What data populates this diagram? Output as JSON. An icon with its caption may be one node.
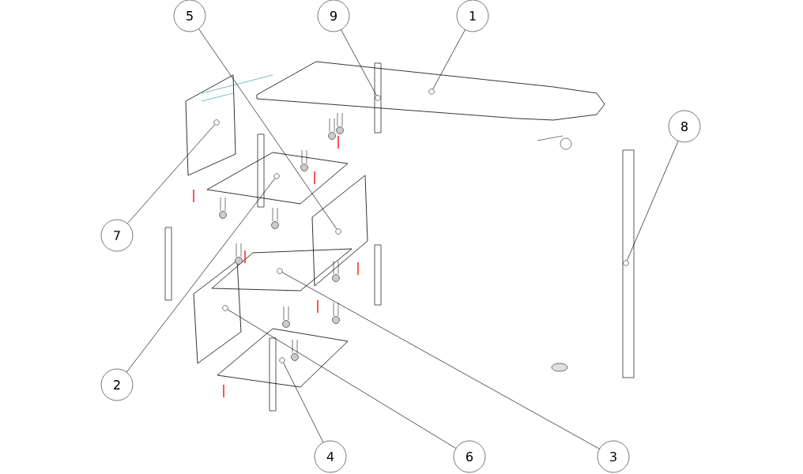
{
  "diagram": {
    "nodes": [
      {
        "text": [
          "5"
        ]
      },
      {
        "text": [
          "9"
        ]
      },
      {
        "text": [
          "1"
        ]
      },
      {
        "text": [
          "8"
        ]
      },
      {
        "text": [
          "7"
        ]
      },
      {
        "text": [
          "2"
        ]
      },
      {
        "text": [
          "4"
        ]
      },
      {
        "text": [
          "6"
        ]
      },
      {
        "text": [
          "3"
        ]
      },
      {
        "text": [],
        "shape": "circle"
      },
      {
        "text": [],
        "shape": "circle"
      },
      {
        "text": [],
        "shape": "circle"
      },
      {
        "text": [],
        "shape": "circle"
      },
      {
        "text": [],
        "shape": "circle"
      },
      {
        "text": [],
        "shape": "circle"
      },
      {
        "text": [],
        "shape": "circle"
      },
      {
        "text": [],
        "shape": "circle"
      },
      {
        "text": [],
        "shape": "circle"
      }
    ],
    "edges": [
      {
        "from": 0,
        "to": 9,
        "arrow": "none"
      },
      {
        "from": 1,
        "to": 10,
        "arrow": "none"
      },
      {
        "from": 2,
        "to": 11,
        "arrow": "none"
      },
      {
        "from": 3,
        "to": 12,
        "arrow": "none"
      },
      {
        "from": 4,
        "to": 13,
        "arrow": "none"
      },
      {
        "from": 5,
        "to": 14,
        "arrow": "none"
      },
      {
        "from": 6,
        "to": 15,
        "arrow": "none"
      },
      {
        "from": 7,
        "to": 16,
        "arrow": "none"
      },
      {
        "from": 8,
        "to": 17,
        "arrow": "none"
      }
    ]
  }
}
